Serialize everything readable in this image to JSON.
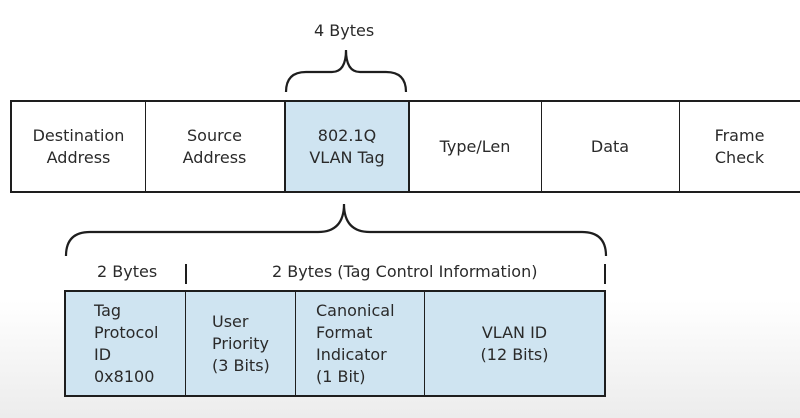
{
  "top_label": "4 Bytes",
  "frame_fields": [
    {
      "name": "Destination\nAddress"
    },
    {
      "name": "Source\nAddress"
    },
    {
      "name": "802.1Q\nVLAN Tag",
      "highlight": true
    },
    {
      "name": "Type/Len"
    },
    {
      "name": "Data"
    },
    {
      "name": "Frame\nCheck"
    }
  ],
  "tag_labels": {
    "left": "2 Bytes",
    "right": "2 Bytes (Tag Control Information)"
  },
  "tag_fields": [
    {
      "name": "Tag\nProtocol\nID\n0x8100"
    },
    {
      "name": "User\nPriority\n(3 Bits)"
    },
    {
      "name": "Canonical\nFormat\nIndicator\n(1 Bit)"
    },
    {
      "name": "VLAN ID\n(12 Bits)"
    }
  ],
  "colors": {
    "highlight_fill": "#cfe4f1",
    "border": "#1e1e1e"
  }
}
